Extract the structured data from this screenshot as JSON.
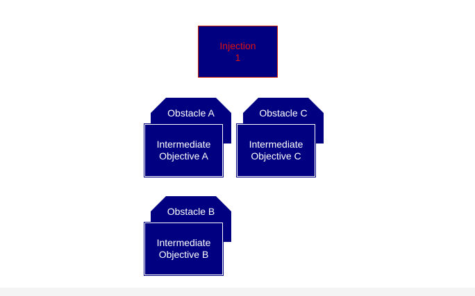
{
  "diagram": {
    "injection": {
      "line1": "Injection",
      "line2": "1"
    },
    "obstacles": {
      "a": "Obstacle A",
      "c": "Obstacle C",
      "b": "Obstacle B"
    },
    "objectives": {
      "a": {
        "line1": "Intermediate",
        "line2": "Objective A"
      },
      "c": {
        "line1": "Intermediate",
        "line2": "Objective C"
      },
      "b": {
        "line1": "Intermediate",
        "line2": "Objective B"
      }
    }
  },
  "colors": {
    "box_fill": "#000080",
    "injection_text": "#dd1111",
    "injection_border": "#cc2200",
    "box_text": "#ffffff"
  }
}
